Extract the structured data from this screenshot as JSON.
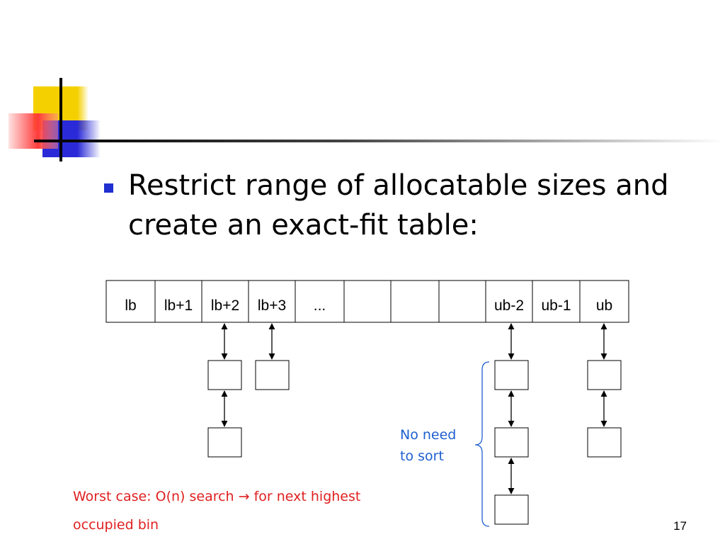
{
  "bullet": {
    "text": "Restrict range of allocatable sizes and create an exact-fit table:"
  },
  "table": {
    "cells": [
      "lb",
      "lb+1",
      "lb+2",
      "lb+3",
      "...",
      "",
      "",
      "",
      "ub-2",
      "ub-1",
      "ub"
    ]
  },
  "notes": {
    "no_need_to_sort": [
      "No need",
      "to sort"
    ],
    "worst_case": [
      "Worst case: O(n) search → for next highest",
      "occupied bin"
    ]
  },
  "page_number": "17",
  "colors": {
    "bullet": "#1f2fd0",
    "note_blue": "#1f5fd0",
    "note_red": "#e02020",
    "logo_yellow": "#f5d000",
    "logo_blue": "#2a2ad8",
    "logo_red": "#ff3a3a"
  },
  "icons": [
    "logo-graphic-icon",
    "bullet-square-icon",
    "curly-brace-icon",
    "arrow-icon"
  ]
}
